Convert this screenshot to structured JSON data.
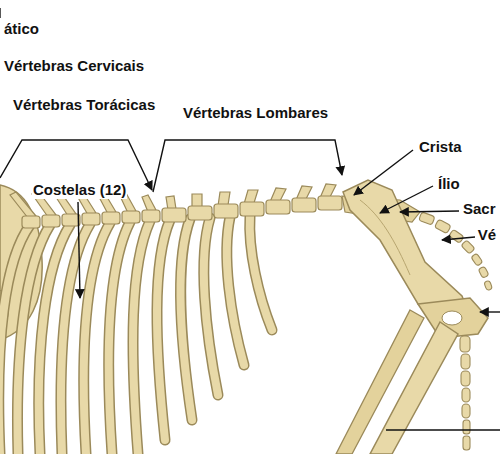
{
  "diagram": {
    "labels": [
      "ático",
      "Vértebras Cervicais",
      "Vértebras Torácicas",
      "Vértebras Lombares",
      "Costelas (12)",
      "Crista",
      "Ílio",
      "Sacr",
      "Vé"
    ]
  }
}
